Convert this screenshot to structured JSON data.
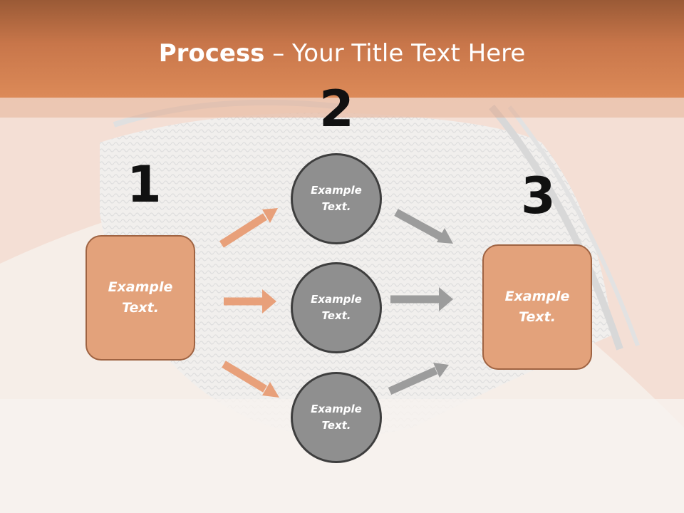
{
  "title": {
    "bold": "Process",
    "rest": " – Your Title Text Here"
  },
  "steps": {
    "one": "1",
    "two": "2",
    "three": "3"
  },
  "left_box": {
    "line1": "Example",
    "line2": "Text."
  },
  "right_box": {
    "line1": "Example",
    "line2": "Text."
  },
  "circles": [
    {
      "line1": "Example",
      "line2": "Text."
    },
    {
      "line1": "Example",
      "line2": "Text."
    },
    {
      "line1": "Example",
      "line2": "Text."
    }
  ],
  "colors": {
    "header": "#d9865a",
    "box_fill": "#e3a27b",
    "box_border": "#9f6342",
    "circle_fill": "#8f8f8f",
    "circle_border": "#3e3e3e",
    "arrow_orange": "#e8a07a",
    "arrow_gray": "#9c9c9c"
  }
}
